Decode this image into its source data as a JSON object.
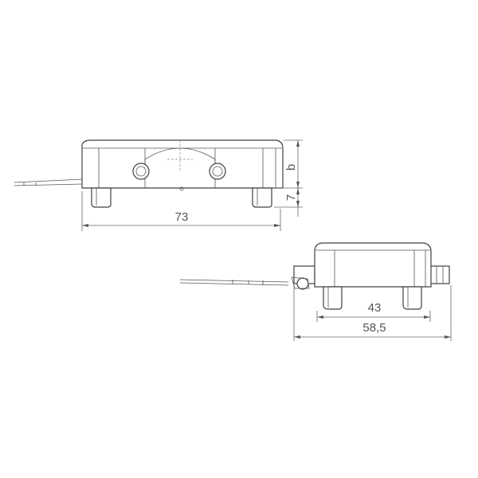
{
  "drawing": {
    "side_view": {
      "dim_width": "73",
      "dim_height_upper": "b",
      "dim_height_lower": "7"
    },
    "front_view": {
      "dim_inner": "43",
      "dim_outer": "58,5"
    }
  }
}
